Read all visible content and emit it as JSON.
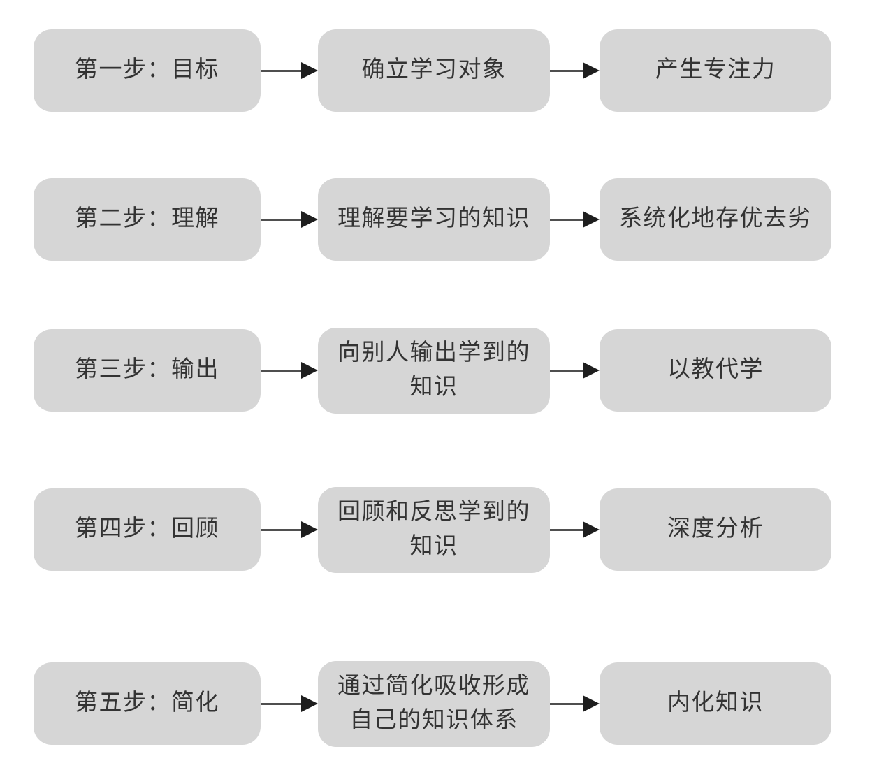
{
  "colors": {
    "box_fill": "#d6d6d6",
    "text": "#333333",
    "arrow_line": "#4f4f4f",
    "arrow_head": "#1e1e1e",
    "background": "#ffffff"
  },
  "rows": [
    {
      "step": "第一步：目标",
      "action": "确立学习对象",
      "result": "产生专注力"
    },
    {
      "step": "第二步：理解",
      "action": "理解要学习的知识",
      "result": "系统化地存优去劣"
    },
    {
      "step": "第三步：输出",
      "action": "向别人输出学到的\n知识",
      "result": "以教代学"
    },
    {
      "step": "第四步：回顾",
      "action": "回顾和反思学到的\n知识",
      "result": "深度分析"
    },
    {
      "step": "第五步：简化",
      "action": "通过简化吸收形成\n自己的知识体系",
      "result": "内化知识"
    }
  ]
}
